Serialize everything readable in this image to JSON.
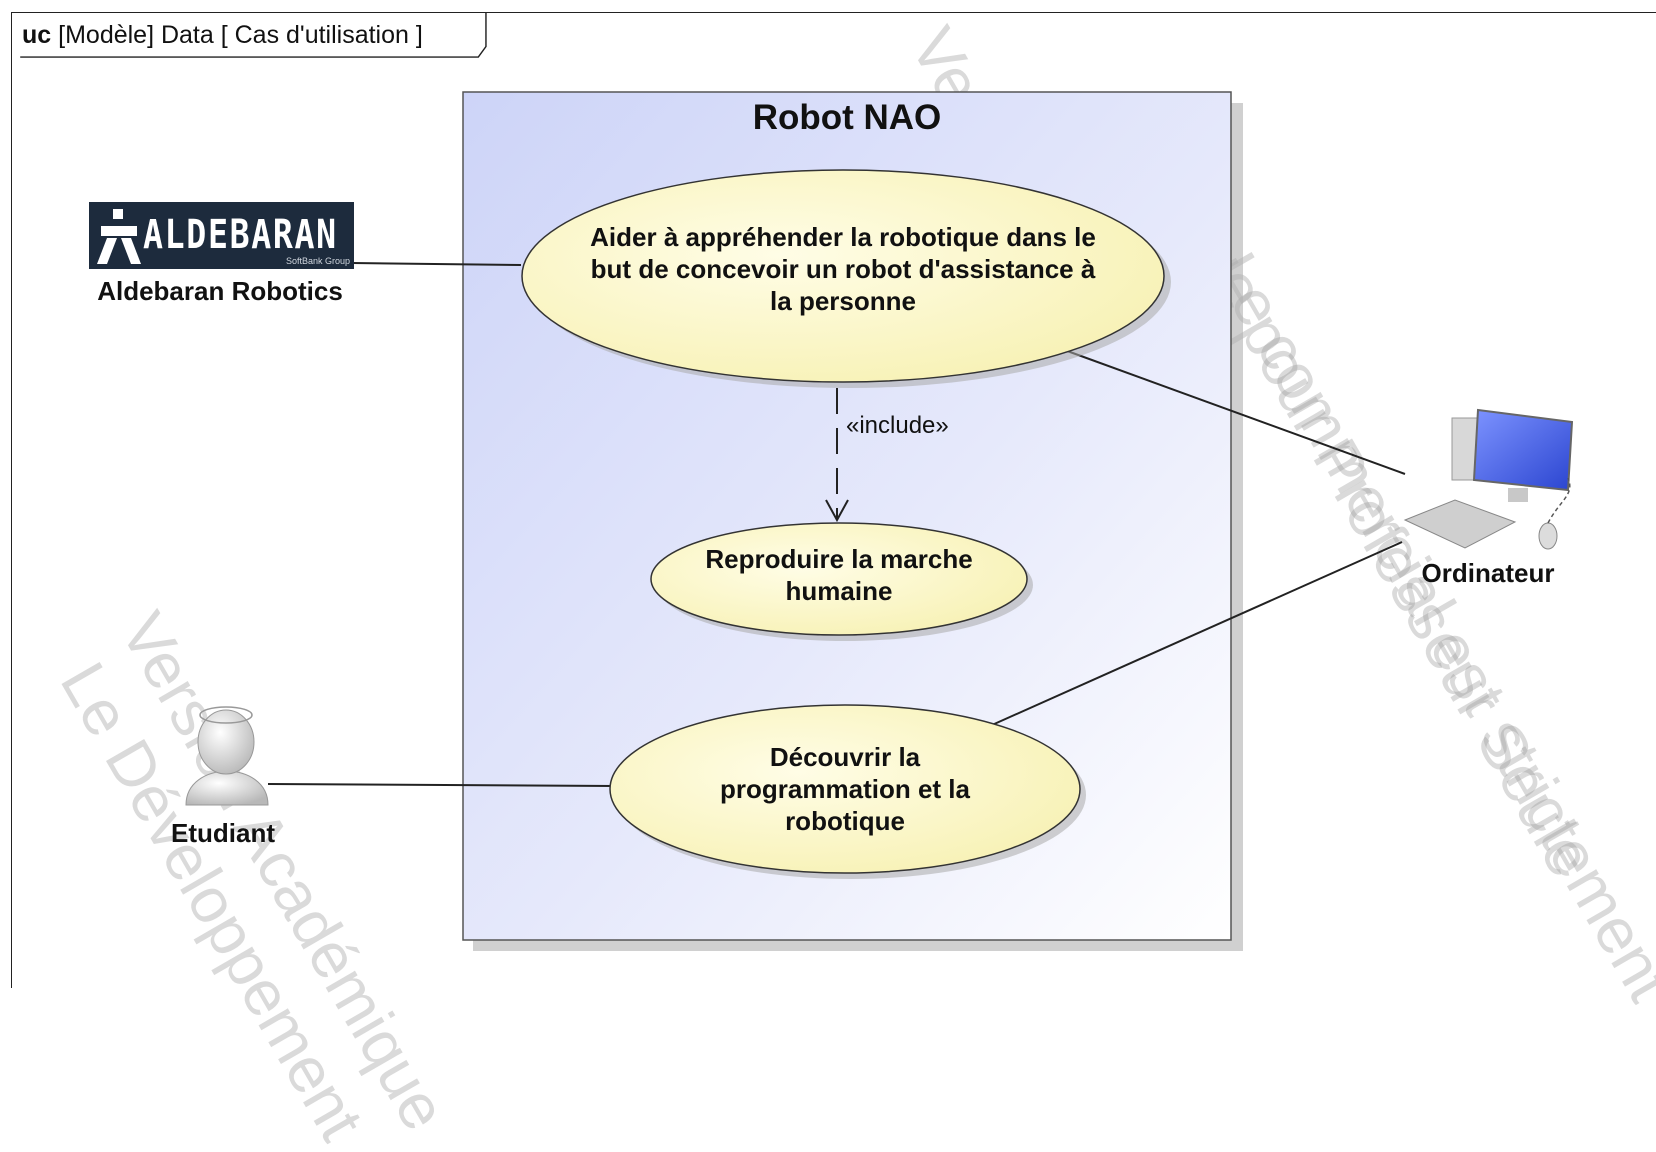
{
  "frame": {
    "keyword": "uc",
    "label": "[Modèle] Data [ Cas d'utilisation ]"
  },
  "system": {
    "title": "Robot NAO"
  },
  "use_cases": {
    "main": "Aider à appréhender la robotique dans le but de concevoir un robot d'assistance à la personne",
    "walk": "Reproduire la marche humaine",
    "discover": "Découvrir la programmation et la robotique"
  },
  "relations": {
    "include_label": "«include»"
  },
  "actors": {
    "aldebaran": {
      "name": "Aldebaran Robotics",
      "logo_text": "ALDEBARAN",
      "logo_subtext": "SoftBank Group",
      "icon": "aldebaran-logo"
    },
    "ordinateur": {
      "name": "Ordinateur",
      "icon": "computer-icon"
    },
    "etudiant": {
      "name": "Etudiant",
      "icon": "student-icon"
    }
  },
  "colors": {
    "use_case_fill": "#fbf7c6",
    "system_fill": "#dfe4fa",
    "logo_bg": "#1d2b3d",
    "screen_blue": "#4a66e8"
  }
}
